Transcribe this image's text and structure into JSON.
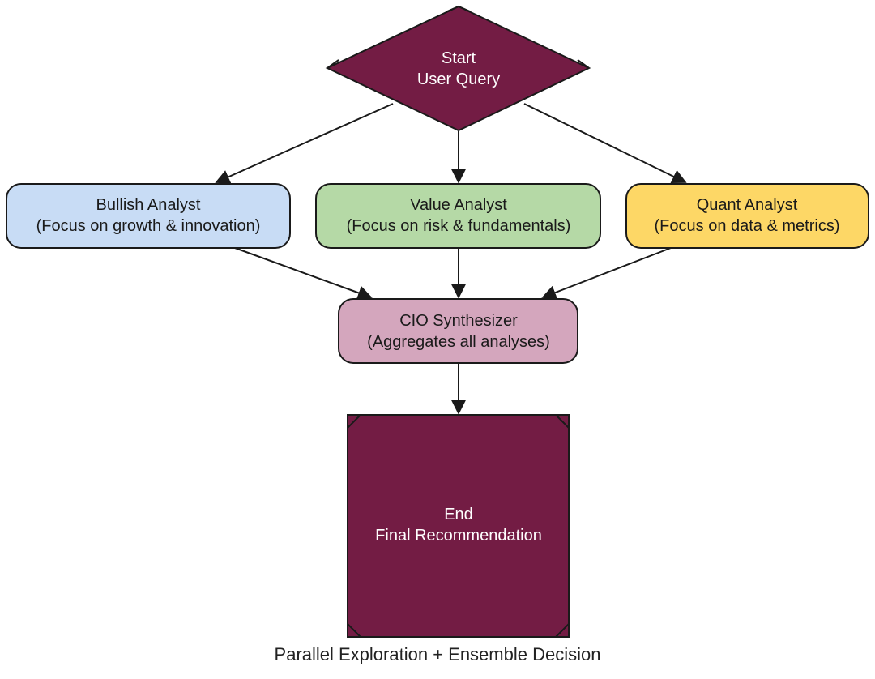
{
  "caption": "Parallel Exploration + Ensemble Decision",
  "colors": {
    "terminal": "#731c44",
    "bullish": "#c8dcf5",
    "value": "#b5d9a6",
    "quant": "#fdd766",
    "cio": "#d4a6bd",
    "stroke": "#1a1a1a",
    "terminal_text": "#ffffff",
    "node_text": "#1a1a1a"
  },
  "nodes": {
    "start": {
      "shape": "diamond",
      "line1": "Start",
      "line2": "User Query"
    },
    "bullish": {
      "shape": "rounded-rect",
      "line1": "Bullish Analyst",
      "line2": "(Focus on growth & innovation)"
    },
    "value": {
      "shape": "rounded-rect",
      "line1": "Value Analyst",
      "line2": "(Focus on risk & fundamentals)"
    },
    "quant": {
      "shape": "rounded-rect",
      "line1": "Quant Analyst",
      "line2": "(Focus on data & metrics)"
    },
    "cio": {
      "shape": "rounded-rect",
      "line1": "CIO Synthesizer",
      "line2": "(Aggregates all analyses)"
    },
    "end": {
      "shape": "square",
      "line1": "End",
      "line2": "Final Recommendation"
    }
  },
  "edges": [
    {
      "from": "start",
      "to": "bullish"
    },
    {
      "from": "start",
      "to": "value"
    },
    {
      "from": "start",
      "to": "quant"
    },
    {
      "from": "bullish",
      "to": "cio"
    },
    {
      "from": "value",
      "to": "cio"
    },
    {
      "from": "quant",
      "to": "cio"
    },
    {
      "from": "cio",
      "to": "end"
    }
  ]
}
